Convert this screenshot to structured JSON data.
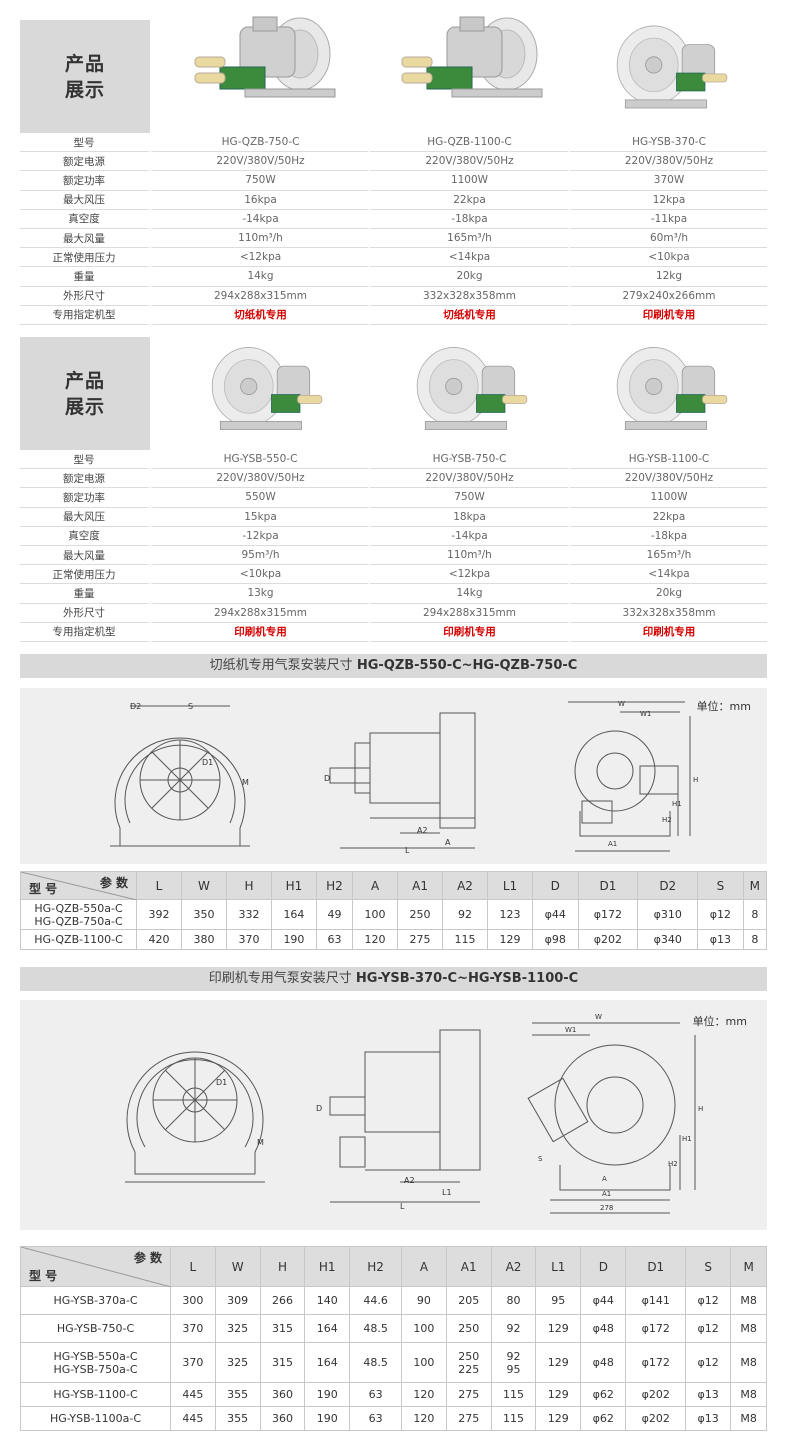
{
  "showcase_title_1": "产品",
  "showcase_title_2": "展示",
  "spec_labels": [
    "型号",
    "额定电源",
    "额定功率",
    "最大风压",
    "真空度",
    "最大风量",
    "正常使用压力",
    "重量",
    "外形尺寸",
    "专用指定机型"
  ],
  "block1": {
    "models": [
      [
        "HG-QZB-750-C",
        "220V/380V/50Hz",
        "750W",
        "16kpa",
        "-14kpa",
        "110m³/h",
        "<12kpa",
        "14kg",
        "294x288x315mm",
        "切纸机专用"
      ],
      [
        "HG-QZB-1100-C",
        "220V/380V/50Hz",
        "1100W",
        "22kpa",
        "-18kpa",
        "165m³/h",
        "<14kpa",
        "20kg",
        "332x328x358mm",
        "切纸机专用"
      ],
      [
        "HG-YSB-370-C",
        "220V/380V/50Hz",
        "370W",
        "12kpa",
        "-11kpa",
        "60m³/h",
        "<10kpa",
        "12kg",
        "279x240x266mm",
        "印刷机专用"
      ]
    ]
  },
  "block2": {
    "models": [
      [
        "HG-YSB-550-C",
        "220V/380V/50Hz",
        "550W",
        "15kpa",
        "-12kpa",
        "95m³/h",
        "<10kpa",
        "13kg",
        "294x288x315mm",
        "印刷机专用"
      ],
      [
        "HG-YSB-750-C",
        "220V/380V/50Hz",
        "750W",
        "18kpa",
        "-14kpa",
        "110m³/h",
        "<12kpa",
        "14kg",
        "294x288x315mm",
        "印刷机专用"
      ],
      [
        "HG-YSB-1100-C",
        "220V/380V/50Hz",
        "1100W",
        "22kpa",
        "-18kpa",
        "165m³/h",
        "<14kpa",
        "20kg",
        "332x328x358mm",
        "印刷机专用"
      ]
    ]
  },
  "section1": {
    "title_cn": "切纸机专用气泵安装尺寸",
    "title_model": "HG-QZB-550-C~HG-QZB-750-C",
    "unit": "单位：mm",
    "labels": {
      "D2": "D2",
      "S": "S",
      "D1": "D1",
      "M": "M",
      "D": "D",
      "A2": "A2",
      "A": "A",
      "L": "L",
      "W": "W",
      "W1": "W1",
      "H": "H",
      "H1": "H1",
      "H2": "H2",
      "A1": "A1"
    },
    "header_params": "参 数",
    "header_model": "型 号",
    "columns": [
      "L",
      "W",
      "H",
      "H1",
      "H2",
      "A",
      "A1",
      "A2",
      "L1",
      "D",
      "D1",
      "D2",
      "S",
      "M"
    ],
    "rows": [
      {
        "model": [
          "HG-QZB-550a-C",
          "HG-QZB-750a-C"
        ],
        "values": [
          "392",
          "350",
          "332",
          "164",
          "49",
          "100",
          "250",
          "92",
          "123",
          "φ44",
          "φ172",
          "φ310",
          "φ12",
          "8"
        ]
      },
      {
        "model": [
          "HG-QZB-1100-C"
        ],
        "values": [
          "420",
          "380",
          "370",
          "190",
          "63",
          "120",
          "275",
          "115",
          "129",
          "φ98",
          "φ202",
          "φ340",
          "φ13",
          "8"
        ]
      }
    ]
  },
  "section2": {
    "title_cn": "印刷机专用气泵安装尺寸",
    "title_model": "HG-YSB-370-C~HG-YSB-1100-C",
    "unit": "单位：mm",
    "labels": {
      "D1": "D1",
      "M": "M",
      "D": "D",
      "A2": "A2",
      "L1": "L1",
      "L": "L",
      "W": "W",
      "W1": "W1",
      "H": "H",
      "H1": "H1",
      "H2": "H2",
      "S": "S",
      "A": "A",
      "A1": "A1",
      "dim278": "278"
    },
    "header_params": "参 数",
    "header_model": "型 号",
    "columns": [
      "L",
      "W",
      "H",
      "H1",
      "H2",
      "A",
      "A1",
      "A2",
      "L1",
      "D",
      "D1",
      "S",
      "M"
    ],
    "rows": [
      {
        "model": [
          "HG-YSB-370a-C"
        ],
        "values": [
          "300",
          "309",
          "266",
          "140",
          "44.6",
          "90",
          "205",
          "80",
          "95",
          "φ44",
          "φ141",
          "φ12",
          "M8"
        ]
      },
      {
        "model": [
          "HG-YSB-750-C"
        ],
        "values": [
          "370",
          "325",
          "315",
          "164",
          "48.5",
          "100",
          "250",
          "92",
          "129",
          "φ48",
          "φ172",
          "φ12",
          "M8"
        ]
      },
      {
        "model": [
          "HG-YSB-550a-C",
          "HG-YSB-750a-C"
        ],
        "values": [
          "370",
          "325",
          "315",
          "164",
          "48.5",
          "100",
          [
            "250",
            "225"
          ],
          [
            "92",
            "95"
          ],
          "129",
          "φ48",
          "φ172",
          "φ12",
          "M8"
        ]
      },
      {
        "model": [
          "HG-YSB-1100-C"
        ],
        "values": [
          "445",
          "355",
          "360",
          "190",
          "63",
          "120",
          "275",
          "115",
          "129",
          "φ62",
          "φ202",
          "φ13",
          "M8"
        ]
      },
      {
        "model": [
          "HG-YSB-1100a-C"
        ],
        "values": [
          "445",
          "355",
          "360",
          "190",
          "63",
          "120",
          "275",
          "115",
          "129",
          "φ62",
          "φ202",
          "φ13",
          "M8"
        ]
      }
    ]
  }
}
